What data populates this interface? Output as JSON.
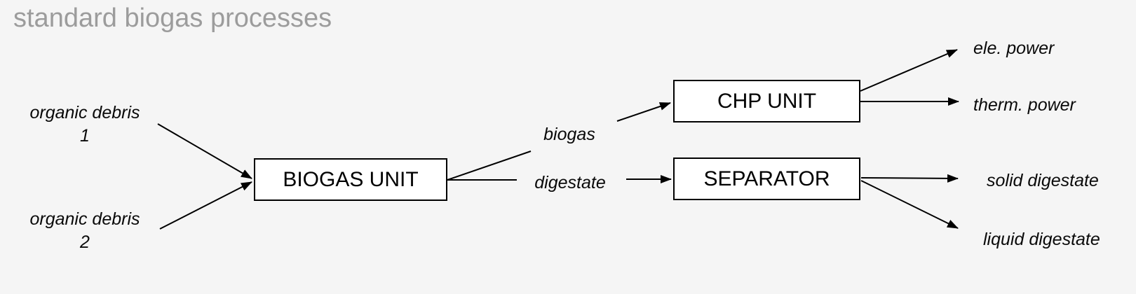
{
  "title": "standard biogas processes",
  "colors": {
    "background": "#f5f5f5",
    "box_fill": "#ffffff",
    "box_border": "#000000",
    "line": "#000000",
    "title_text": "#9c9c9c"
  },
  "inputs": [
    {
      "label": "organic debris",
      "number": "1"
    },
    {
      "label": "organic debris",
      "number": "2"
    }
  ],
  "units": [
    {
      "label": "BIOGAS UNIT"
    },
    {
      "label": "CHP UNIT"
    },
    {
      "label": "SEPARATOR"
    }
  ],
  "streams": {
    "biogas": "biogas",
    "digestate": "digestate"
  },
  "outputs": [
    {
      "label": "ele. power"
    },
    {
      "label": "therm. power"
    },
    {
      "label": "solid digestate"
    },
    {
      "label": "liquid digestate"
    }
  ]
}
